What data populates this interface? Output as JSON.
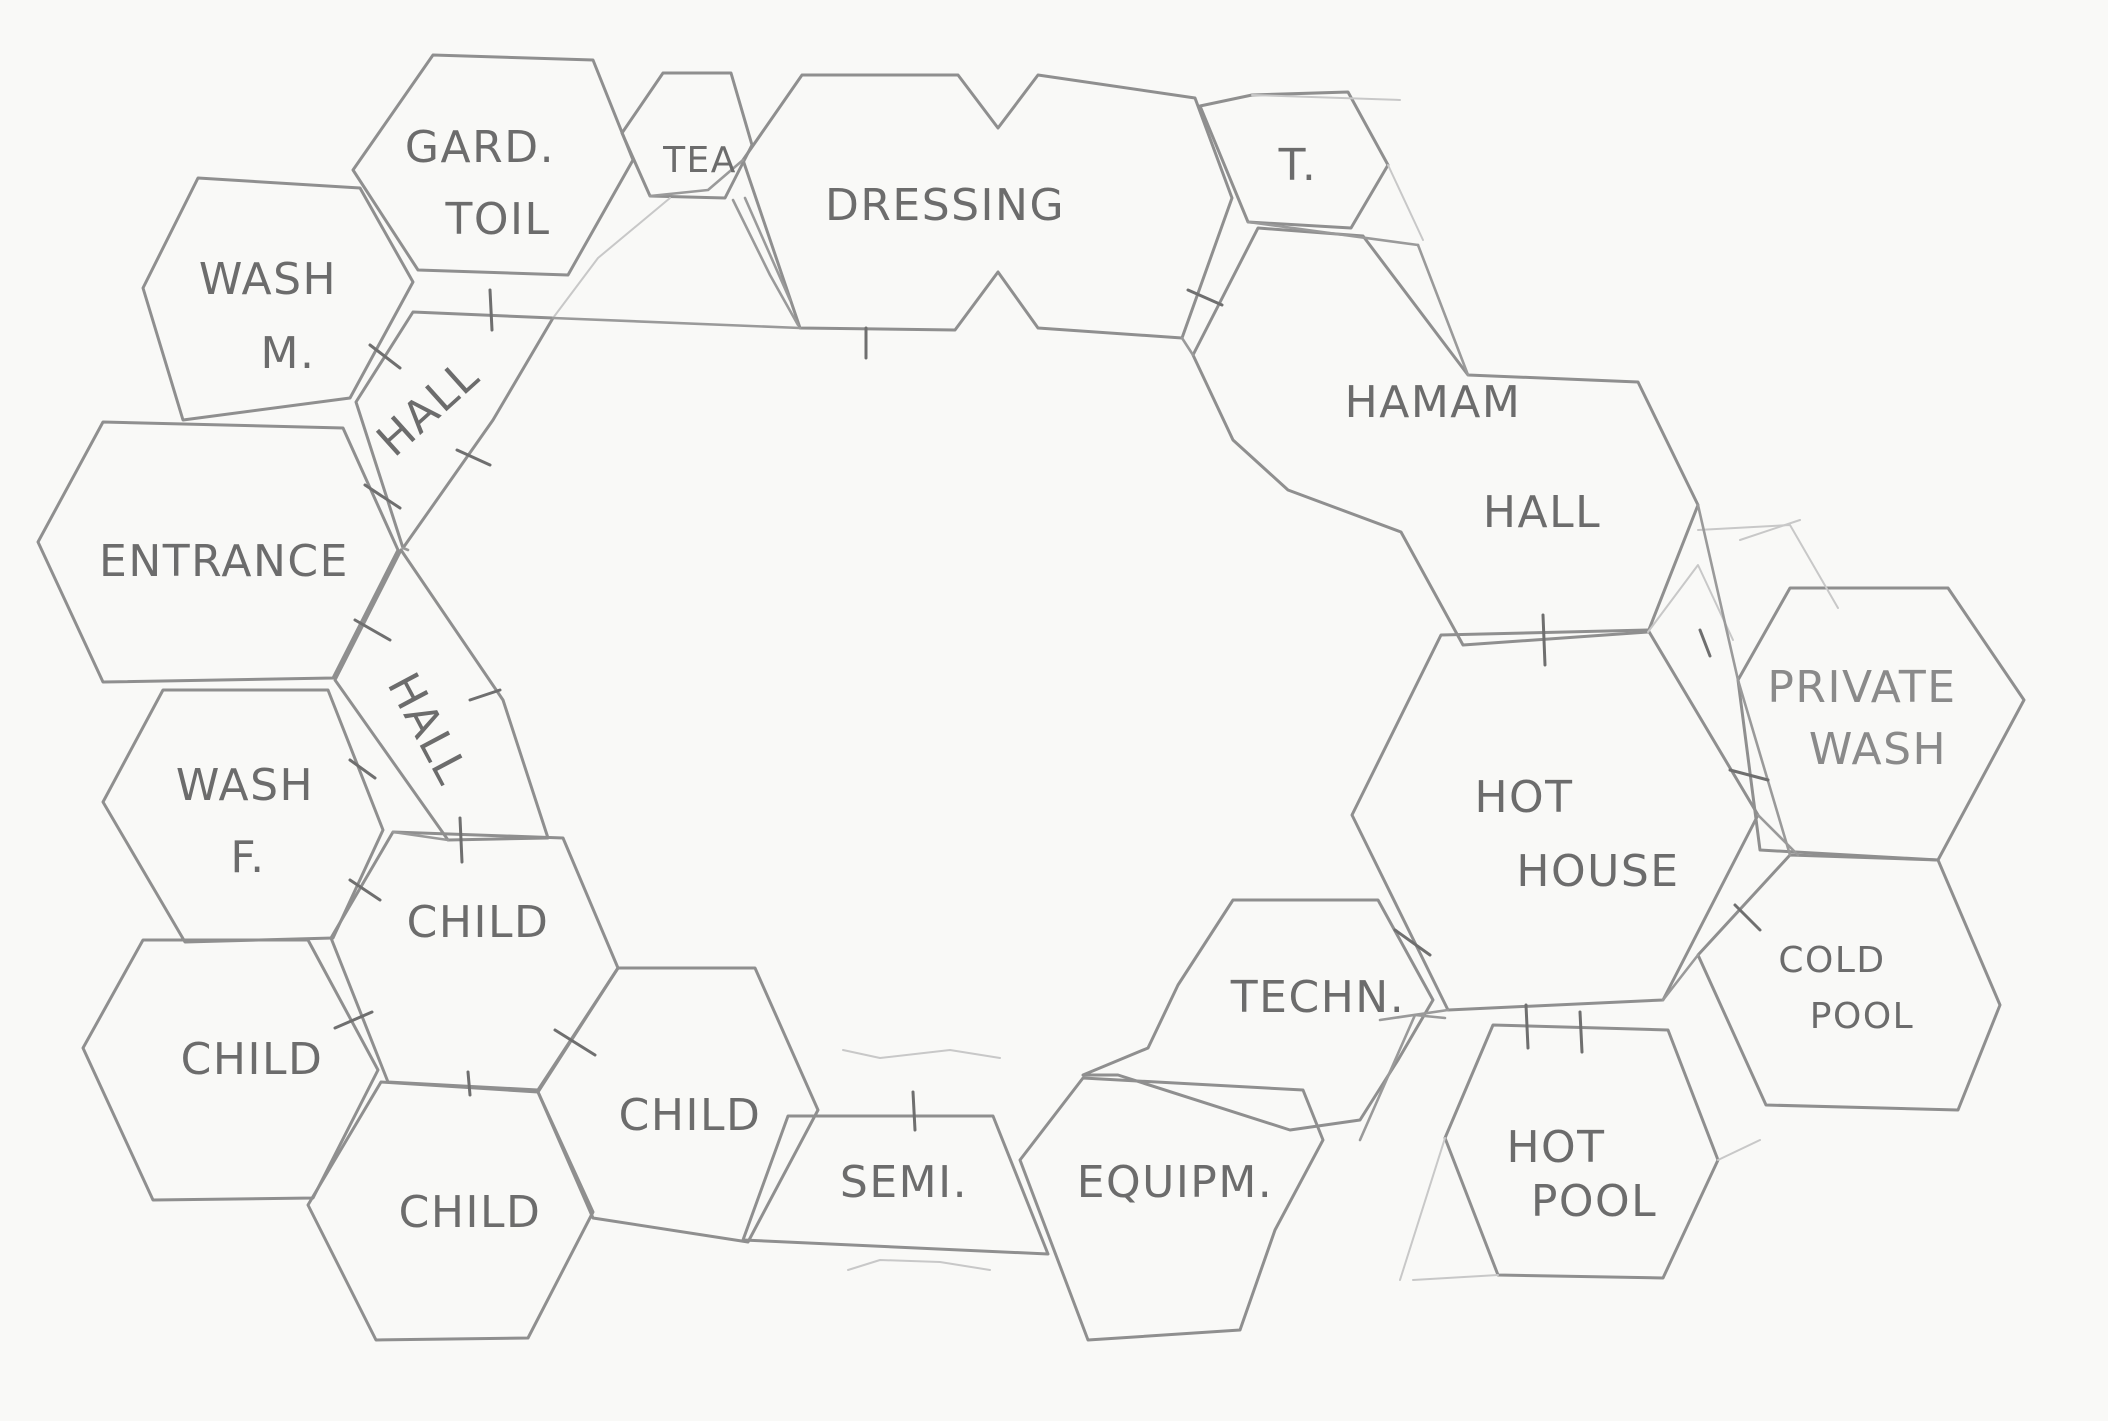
{
  "diagram": {
    "rooms": [
      {
        "id": "gard-toil",
        "lines": [
          "GARD.",
          "TOIL"
        ]
      },
      {
        "id": "tea",
        "lines": [
          "TEA"
        ]
      },
      {
        "id": "dressing",
        "lines": [
          "DRESSING"
        ]
      },
      {
        "id": "t",
        "lines": [
          "T."
        ]
      },
      {
        "id": "wash-m",
        "lines": [
          "WASH",
          "M."
        ]
      },
      {
        "id": "hall-north",
        "lines": [
          "HALL"
        ]
      },
      {
        "id": "entrance",
        "lines": [
          "ENTRANCE"
        ]
      },
      {
        "id": "hall-south",
        "lines": [
          "HALL"
        ]
      },
      {
        "id": "wash-f",
        "lines": [
          "WASH",
          "F."
        ]
      },
      {
        "id": "child-1",
        "lines": [
          "CHILD"
        ]
      },
      {
        "id": "child-2",
        "lines": [
          "CHILD"
        ]
      },
      {
        "id": "child-3",
        "lines": [
          "CHILD"
        ]
      },
      {
        "id": "child-4",
        "lines": [
          "CHILD"
        ]
      },
      {
        "id": "semi",
        "lines": [
          "SEMI."
        ]
      },
      {
        "id": "equipm",
        "lines": [
          "EQUIPM."
        ]
      },
      {
        "id": "techn",
        "lines": [
          "TECHN."
        ]
      },
      {
        "id": "hamam-hall",
        "lines": [
          "HAMAM",
          "HALL"
        ]
      },
      {
        "id": "private-wash",
        "lines": [
          "PRIVATE",
          "WASH"
        ]
      },
      {
        "id": "hot-house",
        "lines": [
          "HOT",
          "HOUSE"
        ]
      },
      {
        "id": "cold-pool",
        "lines": [
          "COLD",
          "POOL"
        ]
      },
      {
        "id": "hot-pool",
        "lines": [
          "HOT",
          "POOL"
        ]
      }
    ]
  }
}
